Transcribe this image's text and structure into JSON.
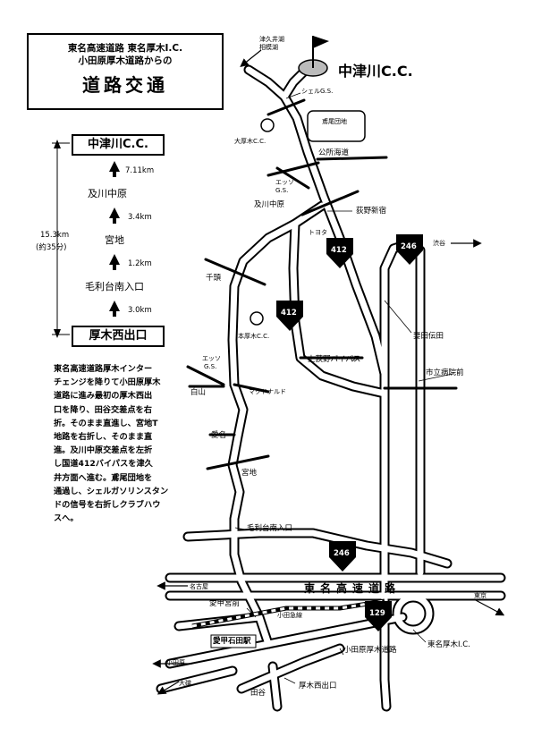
{
  "title": {
    "line1": "東名高速道路 東名厚木I.C.",
    "line2": "小田原厚木道路からの",
    "line3": "道路交通"
  },
  "route": {
    "destination": "中津川C.C.",
    "steps": [
      {
        "name": "及川中原",
        "distance": "7.11km"
      },
      {
        "name": "宮地",
        "distance": "3.4km"
      },
      {
        "name": "毛利台南入口",
        "distance": "1.2km"
      }
    ],
    "last_distance": "3.0km",
    "origin": "厚木西出口",
    "total_distance": "15.3km",
    "total_time": "(約35分)"
  },
  "description": [
    "東名高速道路厚木インター",
    "チェンジを降りて小田原厚木",
    "道路に進み最初の厚木西出",
    "口を降り、田谷交差点を右",
    "折。そのまま直進し、宮地T",
    "地路を右折し、そのまま直",
    "進。及川中原交差点を左折",
    "し国道412バイパスを津久",
    "井方面へ進む。鳶尾団地を",
    "通過し、シェルガソリンスタン",
    "ドの信号を右折しクラブハウ",
    "スへ。"
  ],
  "map": {
    "golf_club": "中津川C.C.",
    "tsukui": [
      "津久井湖",
      "相模湖"
    ],
    "shell_gs": "シェルG.S.",
    "tobio_danchi": "鳶尾団地",
    "oatsugi_cc": "大厚木C.C.",
    "koshokaido": "公所海道",
    "eneos_gs_1": [
      "エッソ",
      "G.S."
    ],
    "oikawa_nakahara": "及川中原",
    "oginoshinjuku": "荻野新宿",
    "toyota": "トヨタ",
    "shibuya": "渋谷",
    "route_412": "412",
    "route_246": "246",
    "route_129": "129",
    "senzu": "千頭",
    "honatsugi_cc": "本厚木C.C.",
    "tsumada_densho": "妻田伝田",
    "kamiogino_bypass": "上荻野バイパス",
    "shiritsu_byoin": "市立病院前",
    "eneos_gs_2": [
      "エッソ",
      "G.S."
    ],
    "hakusan": "白山",
    "mcdonalds": "マクドナルド",
    "aina": "愛名",
    "miyaji": "宮地",
    "moriyadai": "毛利台南入口",
    "expressway": "東名高速道路",
    "nagoya": "名古屋",
    "tokyo": "東京",
    "aiko_miyamae": "愛甲宮前",
    "odakyu": "小田急線",
    "aiko_ishida_sta": "愛甲石田駅",
    "odawara": "小田原",
    "odawara_atsugi_road": "小田原厚木道路",
    "tomei_atsugi_ic": "東名厚木I.C.",
    "oiso": "大磯",
    "taya": "田谷",
    "atsugi_nishi_exit": "厚木西出口"
  }
}
